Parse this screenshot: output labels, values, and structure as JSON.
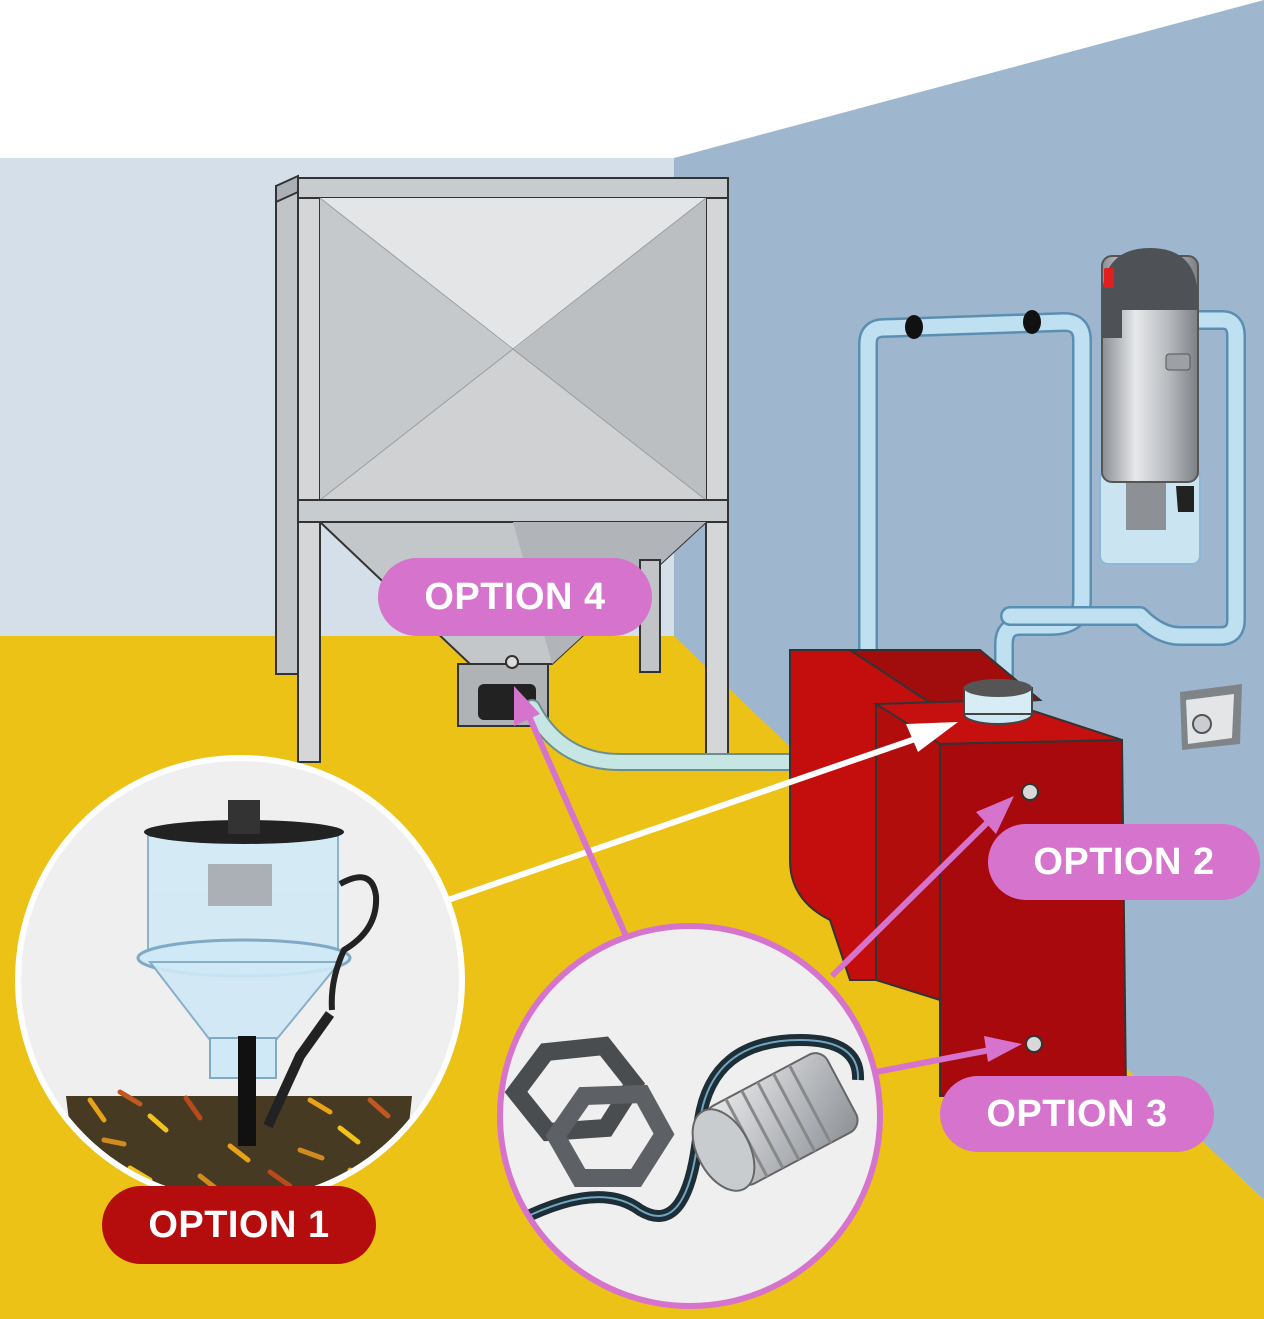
{
  "labels": {
    "option1": "OPTION 1",
    "option2": "OPTION 2",
    "option3": "OPTION 3",
    "option4": "OPTION 4"
  },
  "colors": {
    "pink_label": "#d673cc",
    "red_label": "#b50d0d",
    "floor": "#ecc216",
    "wall_left": "#d5dfea",
    "wall_right": "#9fb6cf",
    "boiler": "#c40e0e",
    "pipe": "#b9dcef"
  }
}
